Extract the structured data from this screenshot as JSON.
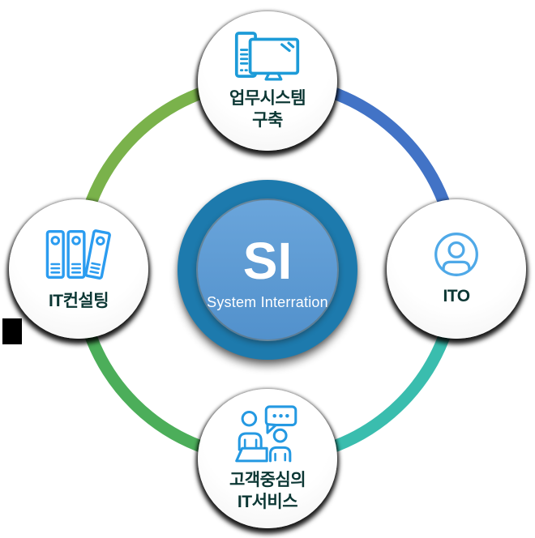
{
  "diagram": {
    "center": {
      "title": "SI",
      "subtitle": "System Interration",
      "ring_color": "#1d7aad",
      "fill_color": "#5c9bd4"
    },
    "ring": {
      "segments": [
        {
          "position": "top-left",
          "color": "#7ab24b"
        },
        {
          "position": "top-right",
          "color": "#4273c6"
        },
        {
          "position": "bottom-right",
          "color": "#3abdae"
        },
        {
          "position": "bottom-left",
          "color": "#4cae5a"
        }
      ]
    },
    "nodes": [
      {
        "position": "top",
        "label": "업무시스템\n구축",
        "icon": "desktop-computer-icon",
        "icon_color": "#1d9bd8"
      },
      {
        "position": "right",
        "label": "ITO",
        "icon": "user-profile-icon",
        "icon_color": "#4fa9e8"
      },
      {
        "position": "bottom",
        "label": "고객중심의\nIT서비스",
        "icon": "consultation-people-icon",
        "icon_color": "#2499e2"
      },
      {
        "position": "left",
        "label": "IT컨설팅",
        "icon": "ring-binders-icon",
        "icon_color": "#2b9cf0"
      }
    ],
    "label_color": "#0c3734"
  }
}
